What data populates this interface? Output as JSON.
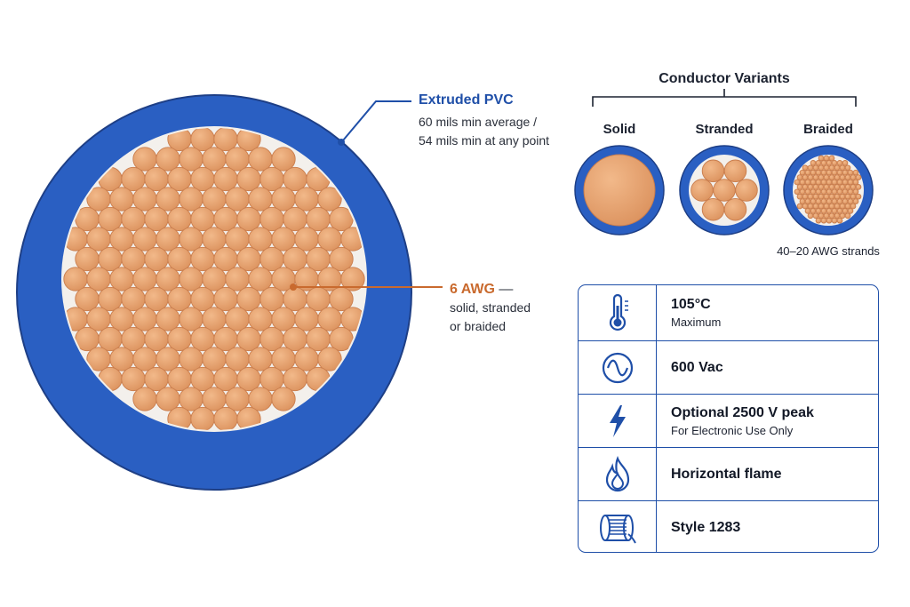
{
  "callouts": {
    "insulation": {
      "title": "Extruded PVC",
      "line1": "60 mils min average /",
      "line2": "54 mils min at any point"
    },
    "conductor": {
      "title": "6 AWG",
      "dash": "—",
      "line1": "solid, stranded",
      "line2": "or braided"
    }
  },
  "variants": {
    "title": "Conductor Variants",
    "items": [
      {
        "label": "Solid"
      },
      {
        "label": "Stranded"
      },
      {
        "label": "Braided"
      }
    ],
    "note": "40–20 AWG strands"
  },
  "specs": [
    {
      "icon": "thermometer-icon",
      "value": "105°C",
      "detail": "Maximum"
    },
    {
      "icon": "sine-wave-icon",
      "value": "600 Vac",
      "detail": ""
    },
    {
      "icon": "lightning-bolt-icon",
      "value": "Optional 2500 V peak",
      "detail": "For Electronic Use Only"
    },
    {
      "icon": "flame-icon",
      "value": "Horizontal flame",
      "detail": ""
    },
    {
      "icon": "wire-spool-icon",
      "value": "Style 1283",
      "detail": ""
    }
  ],
  "colors": {
    "insulation_blue": "#2a5fc2",
    "copper": "#e5a171",
    "copper_edge": "#c97d4d",
    "accent_orange": "#c96a2e",
    "table_border": "#1f4fa8",
    "icon_blue": "#1f4fa8"
  }
}
